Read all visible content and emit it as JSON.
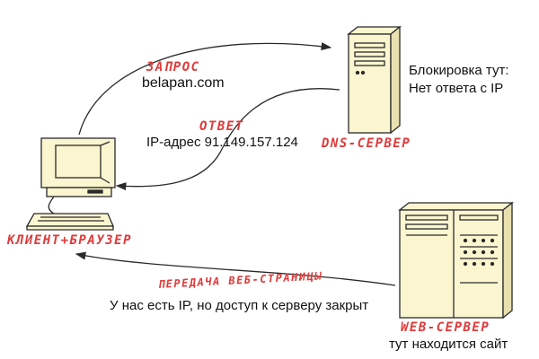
{
  "labels": {
    "request": "ЗАПРОС",
    "request_domain": "belapan.com",
    "response": "ОТВЕТ",
    "response_ip": "IP-адрес 91.149.157.124",
    "dns_server": "DNS-СЕРВЕР",
    "blocking_title": "Блокировка тут:",
    "blocking_detail": "Нет ответа с IP",
    "client": "КЛИЕНТ+БРАУЗЕР",
    "page_transfer": "ПЕРЕДАЧА ВЕБ-СТРАНИЦЫ",
    "page_transfer_detail": "У нас есть IP, но доступ к серверу закрыт",
    "web_server": "WEB-СЕРВЕР",
    "web_server_detail": "тут находится сайт"
  },
  "colors": {
    "accent_red": "#e03a3a",
    "device_fill": "#fbf5d0",
    "outline": "#2a2a2a"
  },
  "icons": [
    "computer-icon",
    "dns-server-icon",
    "web-server-icon"
  ]
}
